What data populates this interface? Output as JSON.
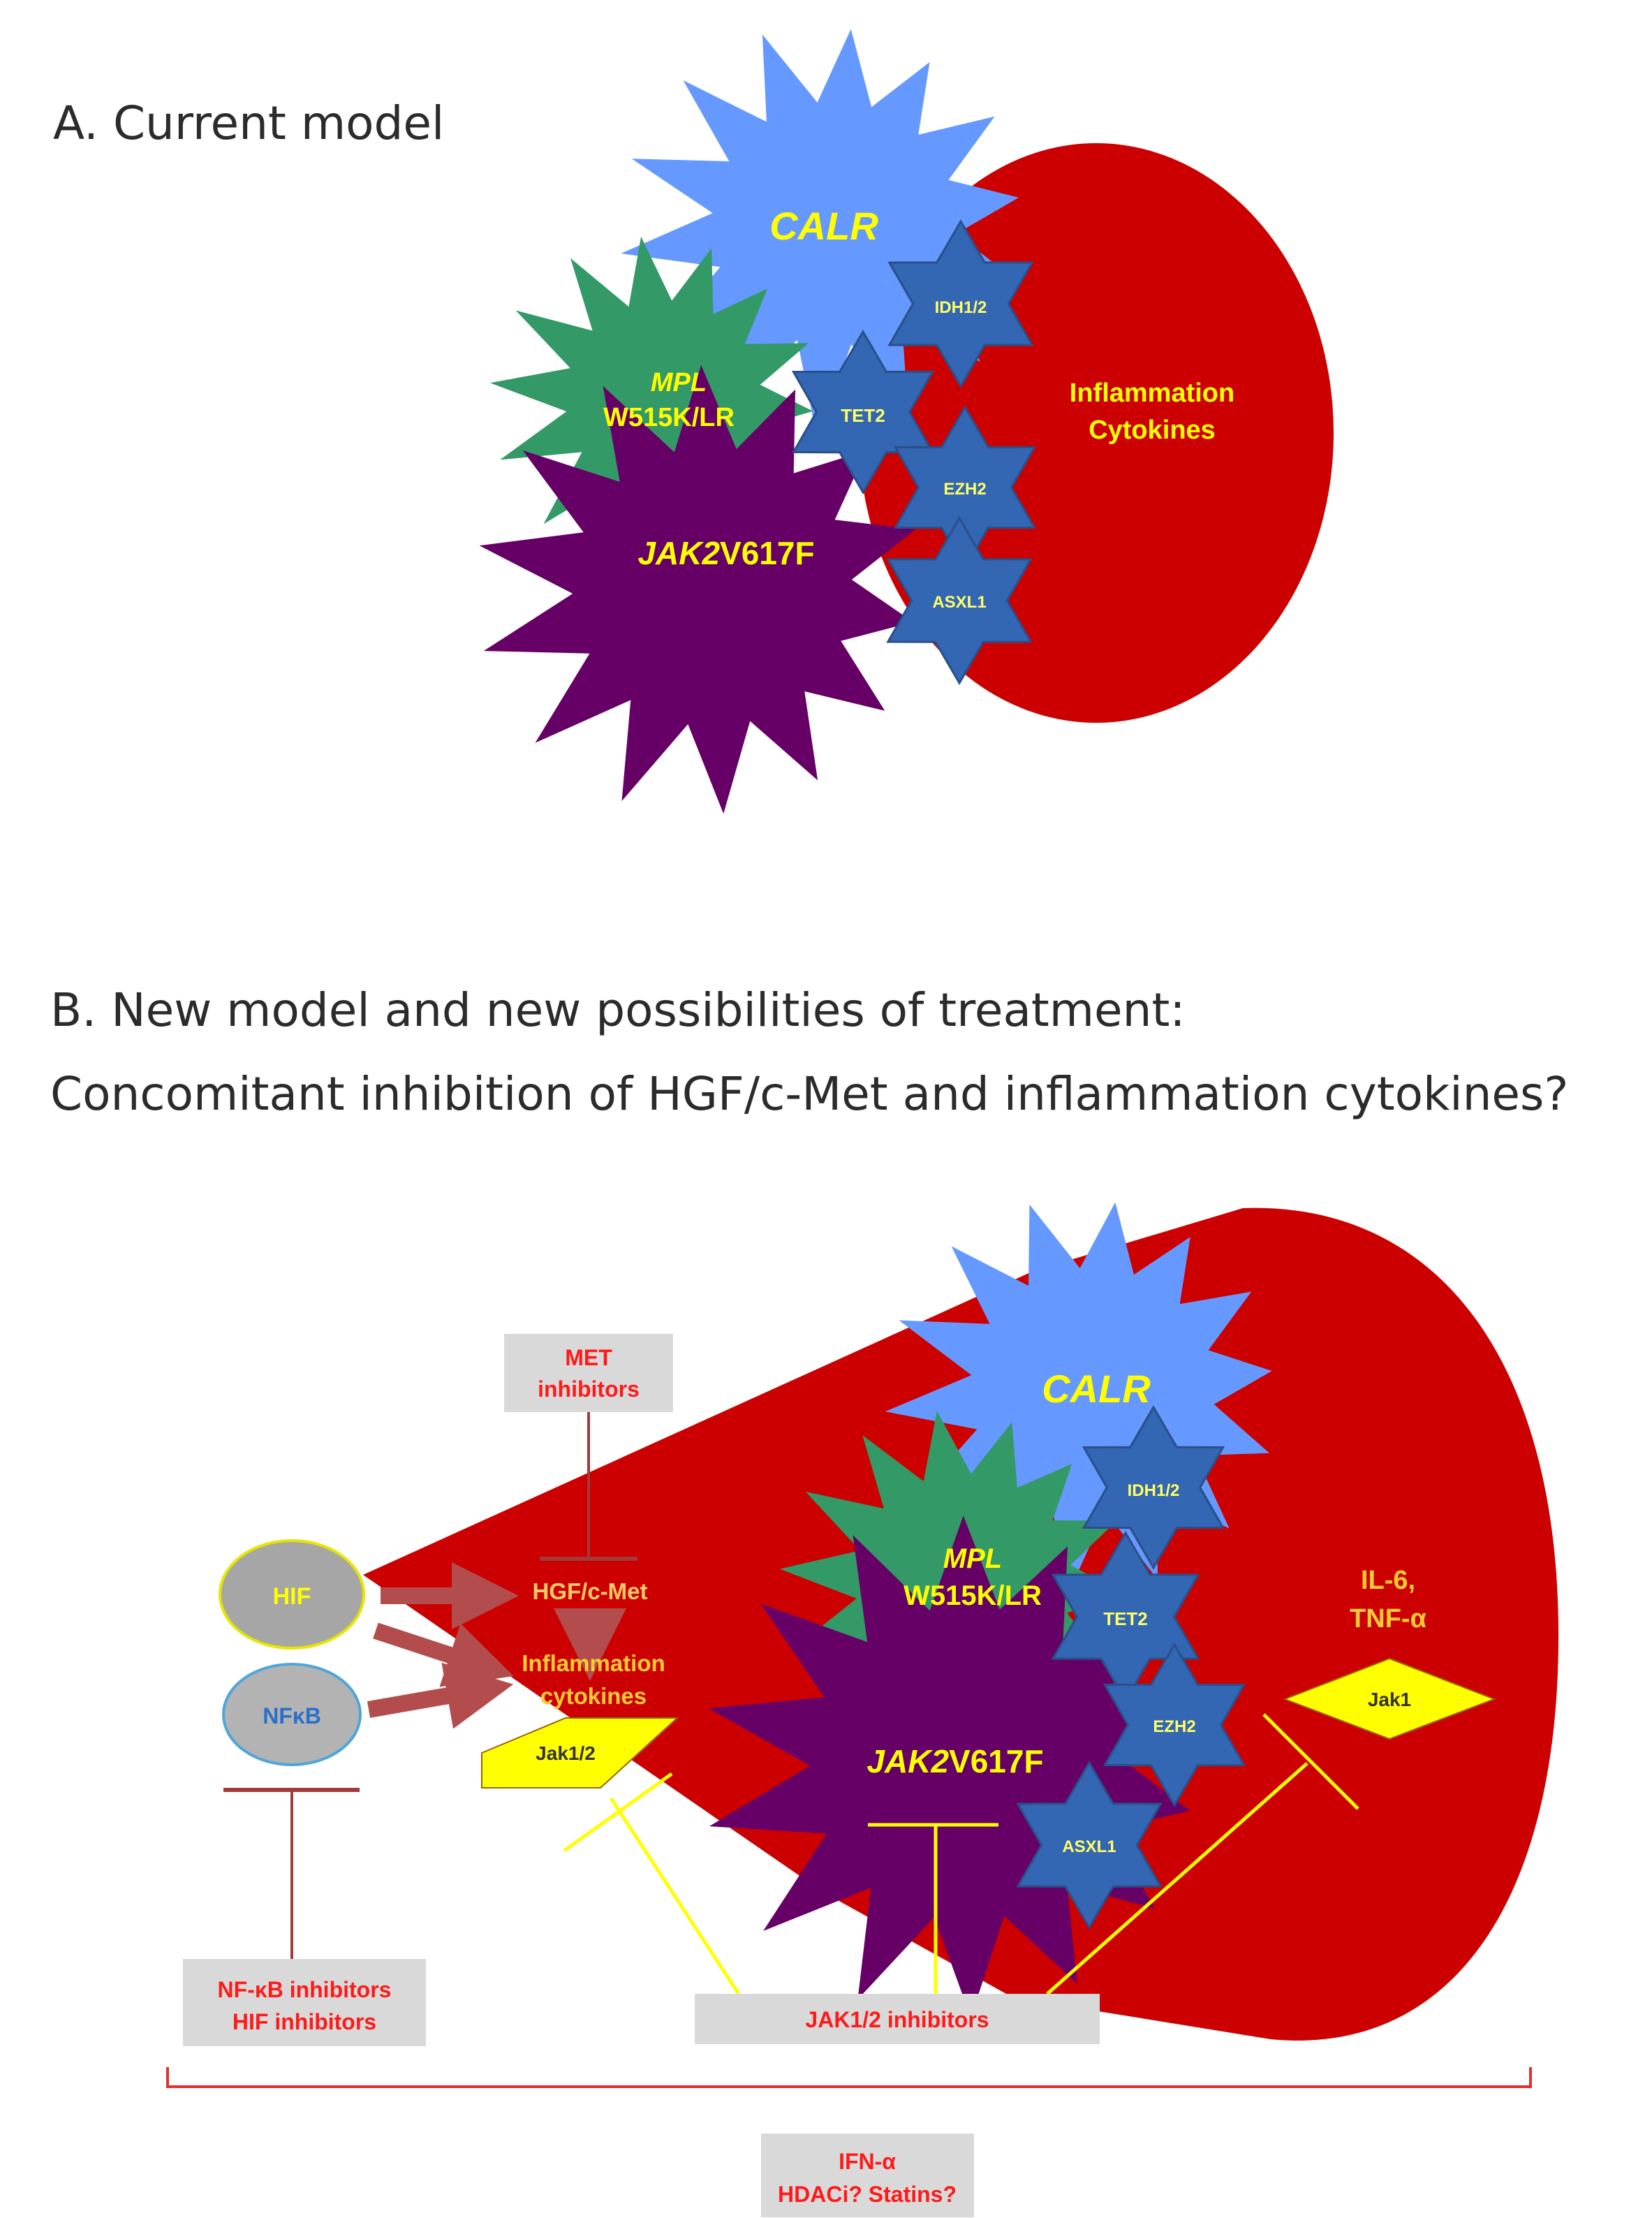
{
  "panel_a": {
    "title": "A. Current model",
    "cell_text_1": "Inflammation",
    "cell_text_2": "Cytokines",
    "calr": "CALR",
    "mpl": "MPL",
    "mpl_sub": "W515K/LR",
    "jak2_a": "JAK2",
    "jak2_b": "V617F",
    "idh": "IDH1/2",
    "tet2": "TET2",
    "ezh2": "EZH2",
    "asxl1": "ASXL1"
  },
  "panel_b": {
    "title_1": "B. New model and new possibilities of treatment:",
    "title_2": "Concomitant inhibition of HGF/c-Met and inflammation cytokines?",
    "hif": "HIF",
    "nfkb": "NFκB",
    "met_inhib_1": "MET",
    "met_inhib_2": "inhibitors",
    "hgf": "HGF/c-Met",
    "infl_1": "Inflammation",
    "infl_2": "cytokines",
    "jak12": "Jak1/2",
    "calr": "CALR",
    "mpl": "MPL",
    "mpl_sub": "W515K/LR",
    "jak2_a": "JAK2",
    "jak2_b": "V617F",
    "idh": "IDH1/2",
    "tet2": "TET2",
    "ezh2": "EZH2",
    "asxl1": "ASXL1",
    "il6_1": "IL-6,",
    "il6_2": "TNF-α",
    "jak1": "Jak1",
    "nfkb_inhib_1": "NF-κB inhibitors",
    "nfkb_inhib_2": "HIF inhibitors",
    "jak_inhib": "JAK1/2 inhibitors",
    "ifn_1": "IFN-α",
    "ifn_2": "HDACi? Statins?"
  },
  "colors": {
    "cell_red": "#cc0000",
    "calr_blue": "#6699ff",
    "mpl_green": "#339966",
    "jak2_purple": "#660066",
    "star_blue": "#3366b3",
    "label_yellow": "#ffff00",
    "inhibitor_red": "#ff1a1a",
    "arrow_brown": "#b34d4d",
    "box_gray": "#d9d9d9"
  }
}
